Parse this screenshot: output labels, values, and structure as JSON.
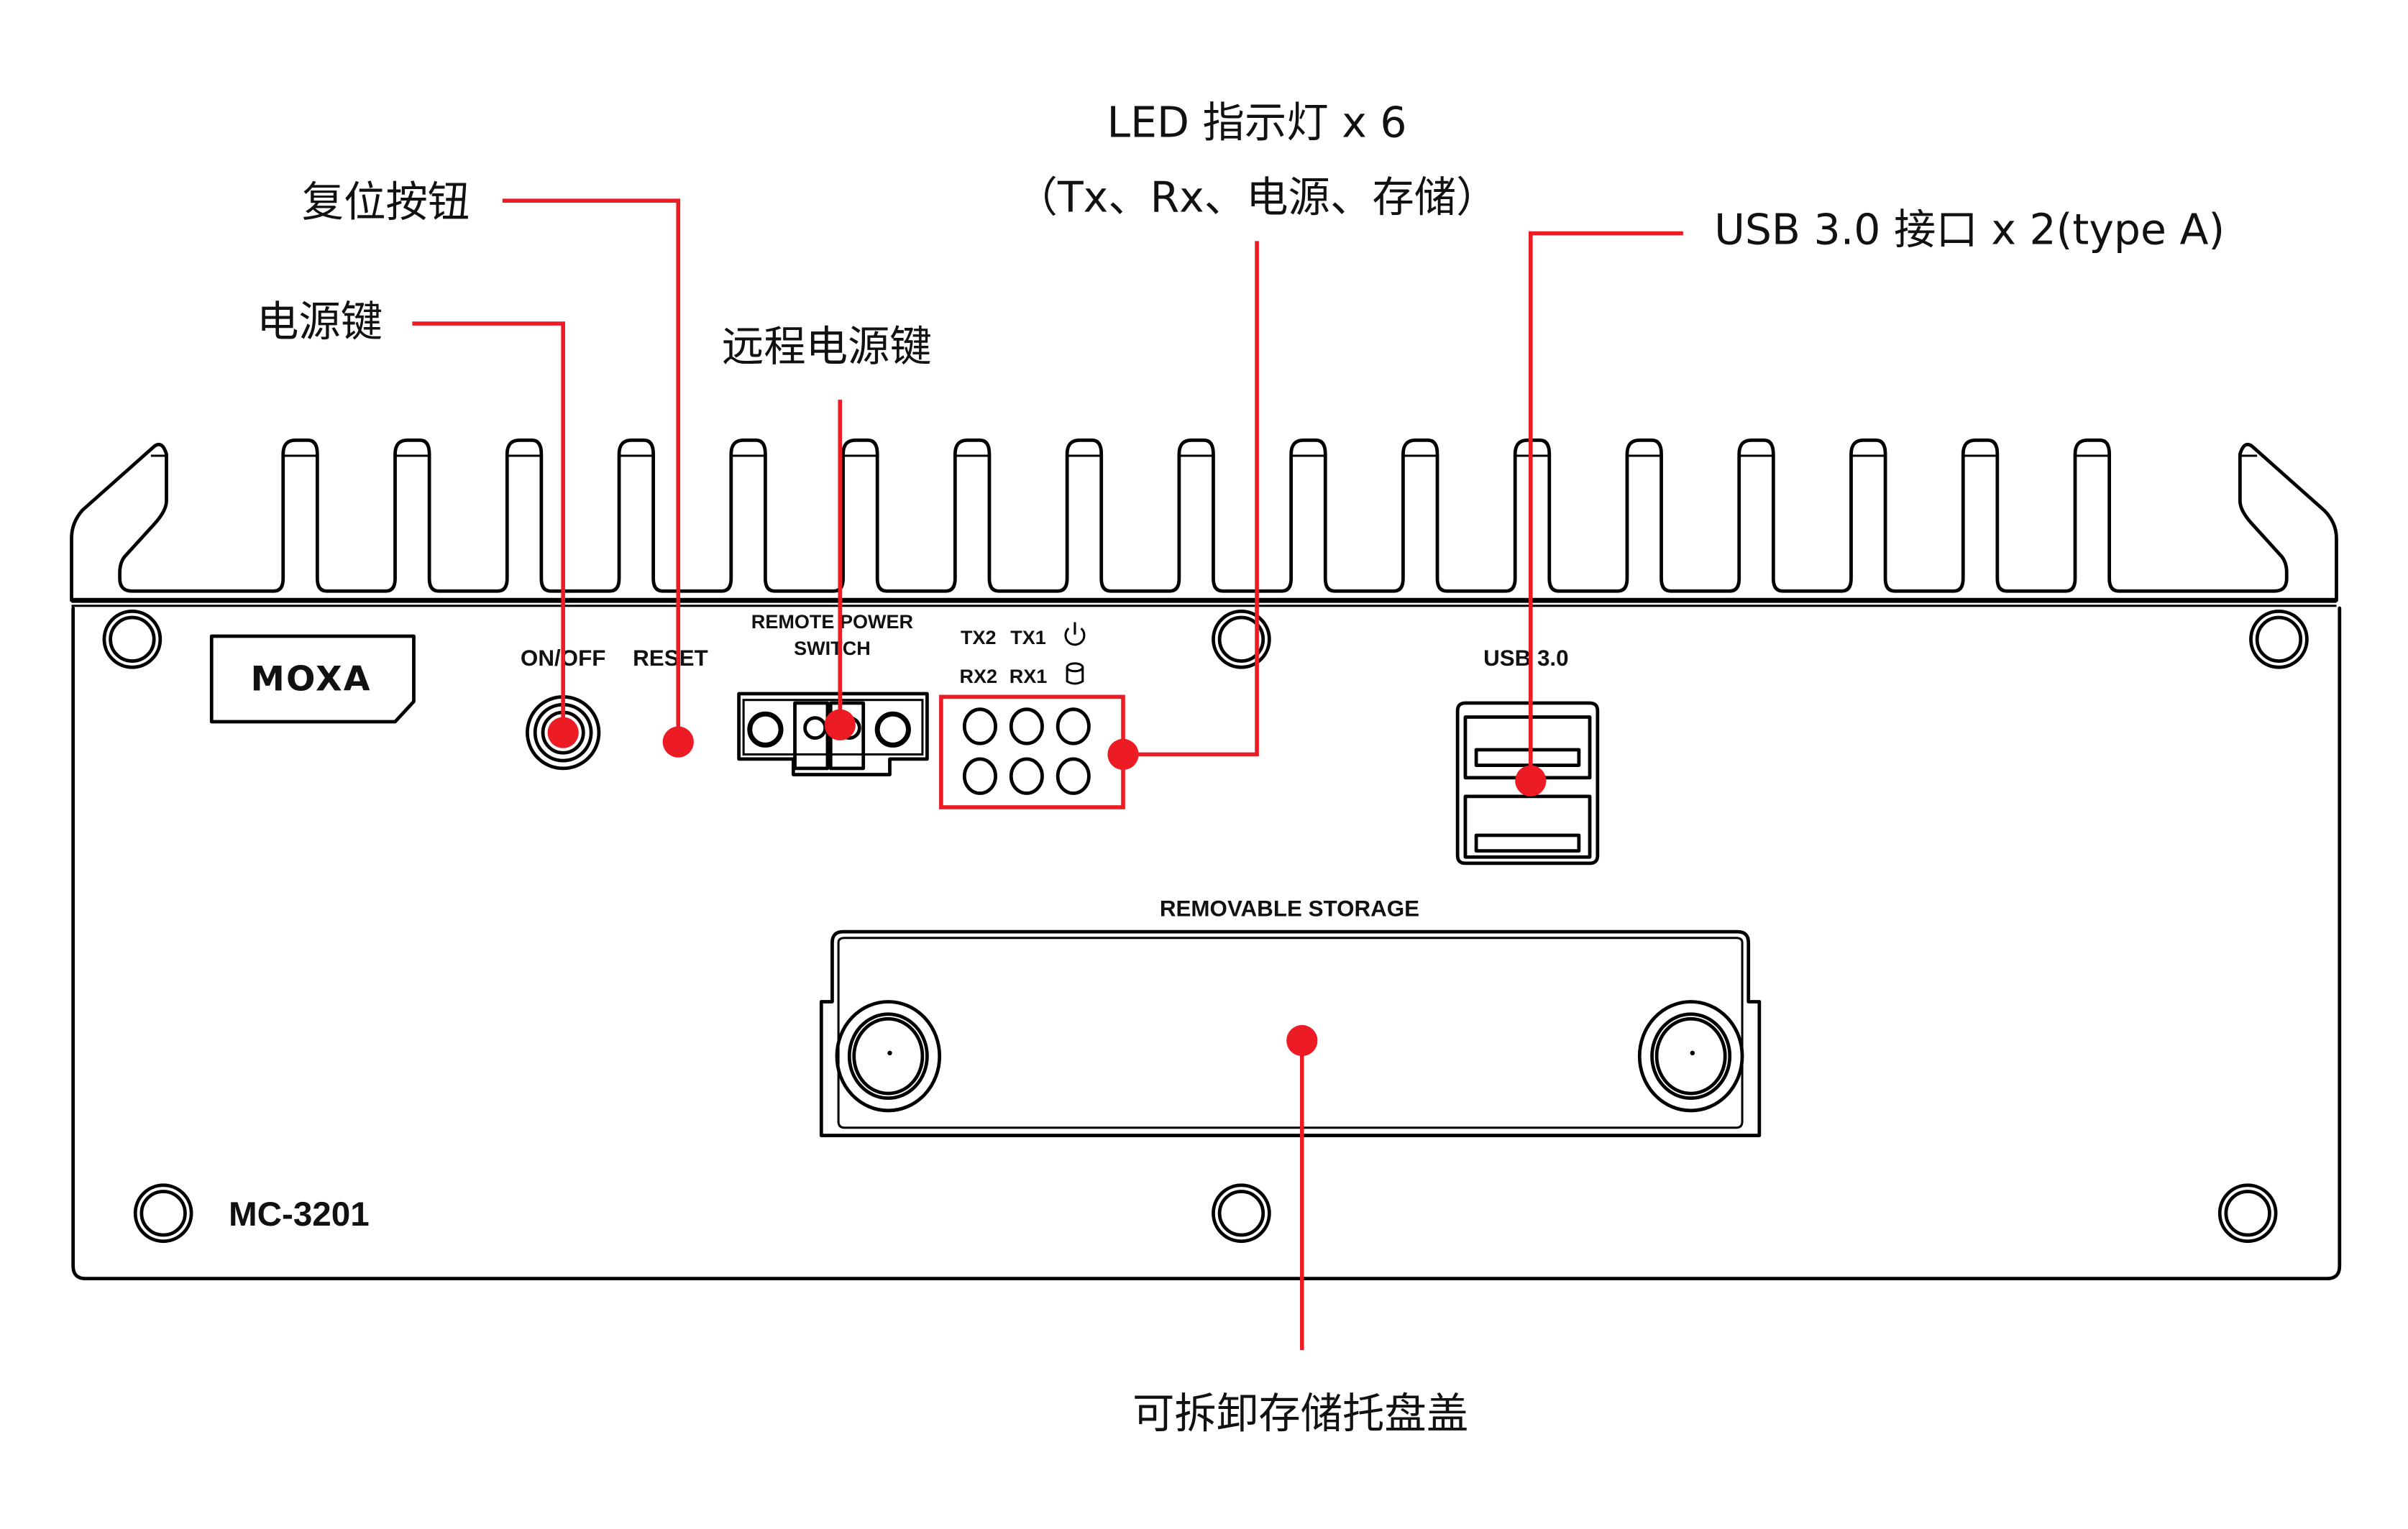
{
  "colors": {
    "callout_accent": "#ed1c24",
    "line_art": "#000000",
    "background": "#ffffff"
  },
  "device": {
    "brand_logo": "MOXA",
    "model": "MC-3201"
  },
  "panel_labels": {
    "on_off": "ON/OFF",
    "reset": "RESET",
    "remote_power_line1": "REMOTE POWER",
    "remote_power_line2": "SWITCH",
    "usb": "USB 3.0",
    "removable_storage": "REMOVABLE STORAGE",
    "led_row1": [
      "TX2",
      "TX1"
    ],
    "led_row2": [
      "RX2",
      "RX1"
    ],
    "led_row1_icon": "power-icon",
    "led_row2_icon": "storage-cylinder-icon"
  },
  "callouts": {
    "reset_button": "复位按钮",
    "power_key": "电源键",
    "remote_power_key": "远程电源键",
    "led_line1": "LED 指示灯 x 6",
    "led_line2": "（Tx、Rx、电源、存储）",
    "usb_ports": "USB 3.0 接口 x 2(type A)",
    "storage_tray": "可拆卸存储托盘盖"
  }
}
